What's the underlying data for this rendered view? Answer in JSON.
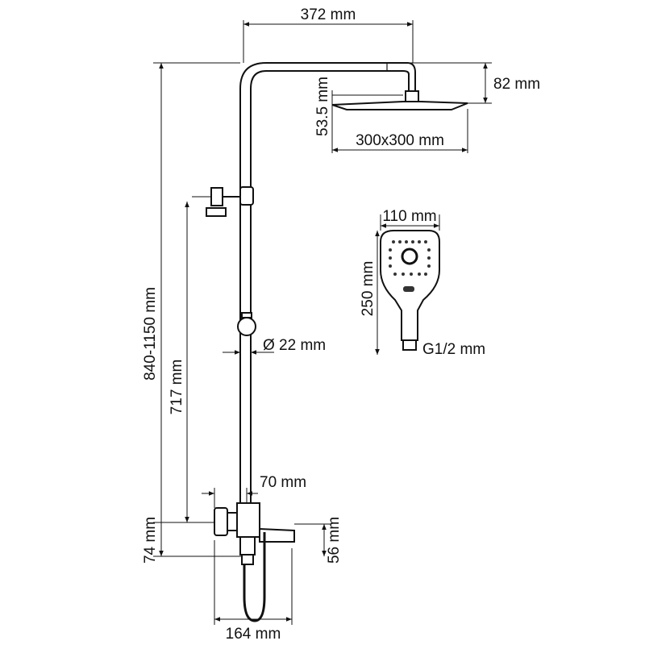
{
  "dimensions": {
    "arm_length": "372 mm",
    "head_height": "82 mm",
    "head_drop": "53.5 mm",
    "head_size": "300x300 mm",
    "hand_width": "110 mm",
    "hand_length": "250 mm",
    "connection": "G1/2 mm",
    "pipe_diameter": "Ø 22 mm",
    "total_height": "840-1150 mm",
    "bracket_height": "717 mm",
    "mixer_offset": "70 mm",
    "mixer_height": "74 mm",
    "spout_height": "56 mm",
    "mixer_width": "164 mm"
  }
}
